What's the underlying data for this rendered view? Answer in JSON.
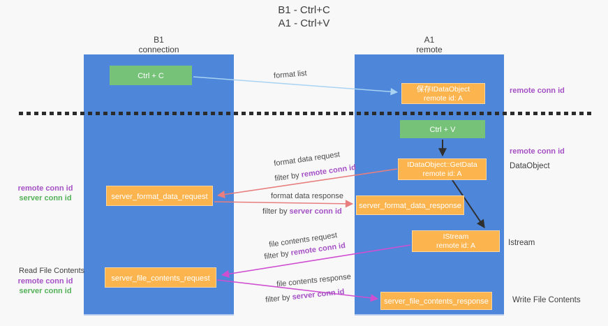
{
  "colors": {
    "column_blue": "#4e86d9",
    "node_green": "#77c279",
    "node_orange": "#fcb44e",
    "arrow_light_blue": "#a9d3f2",
    "arrow_salmon": "#e87e7e",
    "arrow_magenta": "#cf4fd0",
    "arrow_black": "#2f2f2f",
    "label_purple": "#a551c5",
    "label_green": "#54b158",
    "text_dark": "#3f3f3f"
  },
  "title": {
    "line1": "B1 - Ctrl+C",
    "line2": "A1 - Ctrl+V"
  },
  "lifelines": {
    "left": {
      "name": "B1",
      "role": "connection"
    },
    "right": {
      "name": "A1",
      "role": "remote"
    }
  },
  "nodes": {
    "ctrl_c": {
      "label": "Ctrl + C"
    },
    "save_idataobject": {
      "line1": "保存IDataObject",
      "line2": "remote id: A"
    },
    "ctrl_v": {
      "label": "Ctrl + V"
    },
    "getdata": {
      "line1": "IDataObject::GetData",
      "line2": "remote id: A"
    },
    "format_request": {
      "label": "server_format_data_request"
    },
    "format_response": {
      "label": "server_format_data_response"
    },
    "istream": {
      "line1": "IStream",
      "line2": "remote id: A"
    },
    "file_request": {
      "label": "server_file_contents_request"
    },
    "file_response": {
      "label": "server_file_contents_response"
    }
  },
  "edge_labels": {
    "format_list": "format list",
    "format_data_request": "format data request",
    "format_data_response": "format data response",
    "file_contents_request": "file contents request",
    "file_contents_response": "file contents response",
    "filter_by": "filter by",
    "remote_conn_id": "remote conn id",
    "server_conn_id": "server conn id"
  },
  "side_labels": {
    "left": {
      "remote_conn_id": "remote conn id",
      "server_conn_id": "server conn id",
      "read_file_contents": "Read File Contents"
    },
    "right": {
      "remote_conn_id_top": "remote conn id",
      "remote_conn_id_mid": "remote conn id",
      "dataobject": "DataObject",
      "istream": "Istream",
      "write_file_contents": "Write File Contents"
    }
  }
}
